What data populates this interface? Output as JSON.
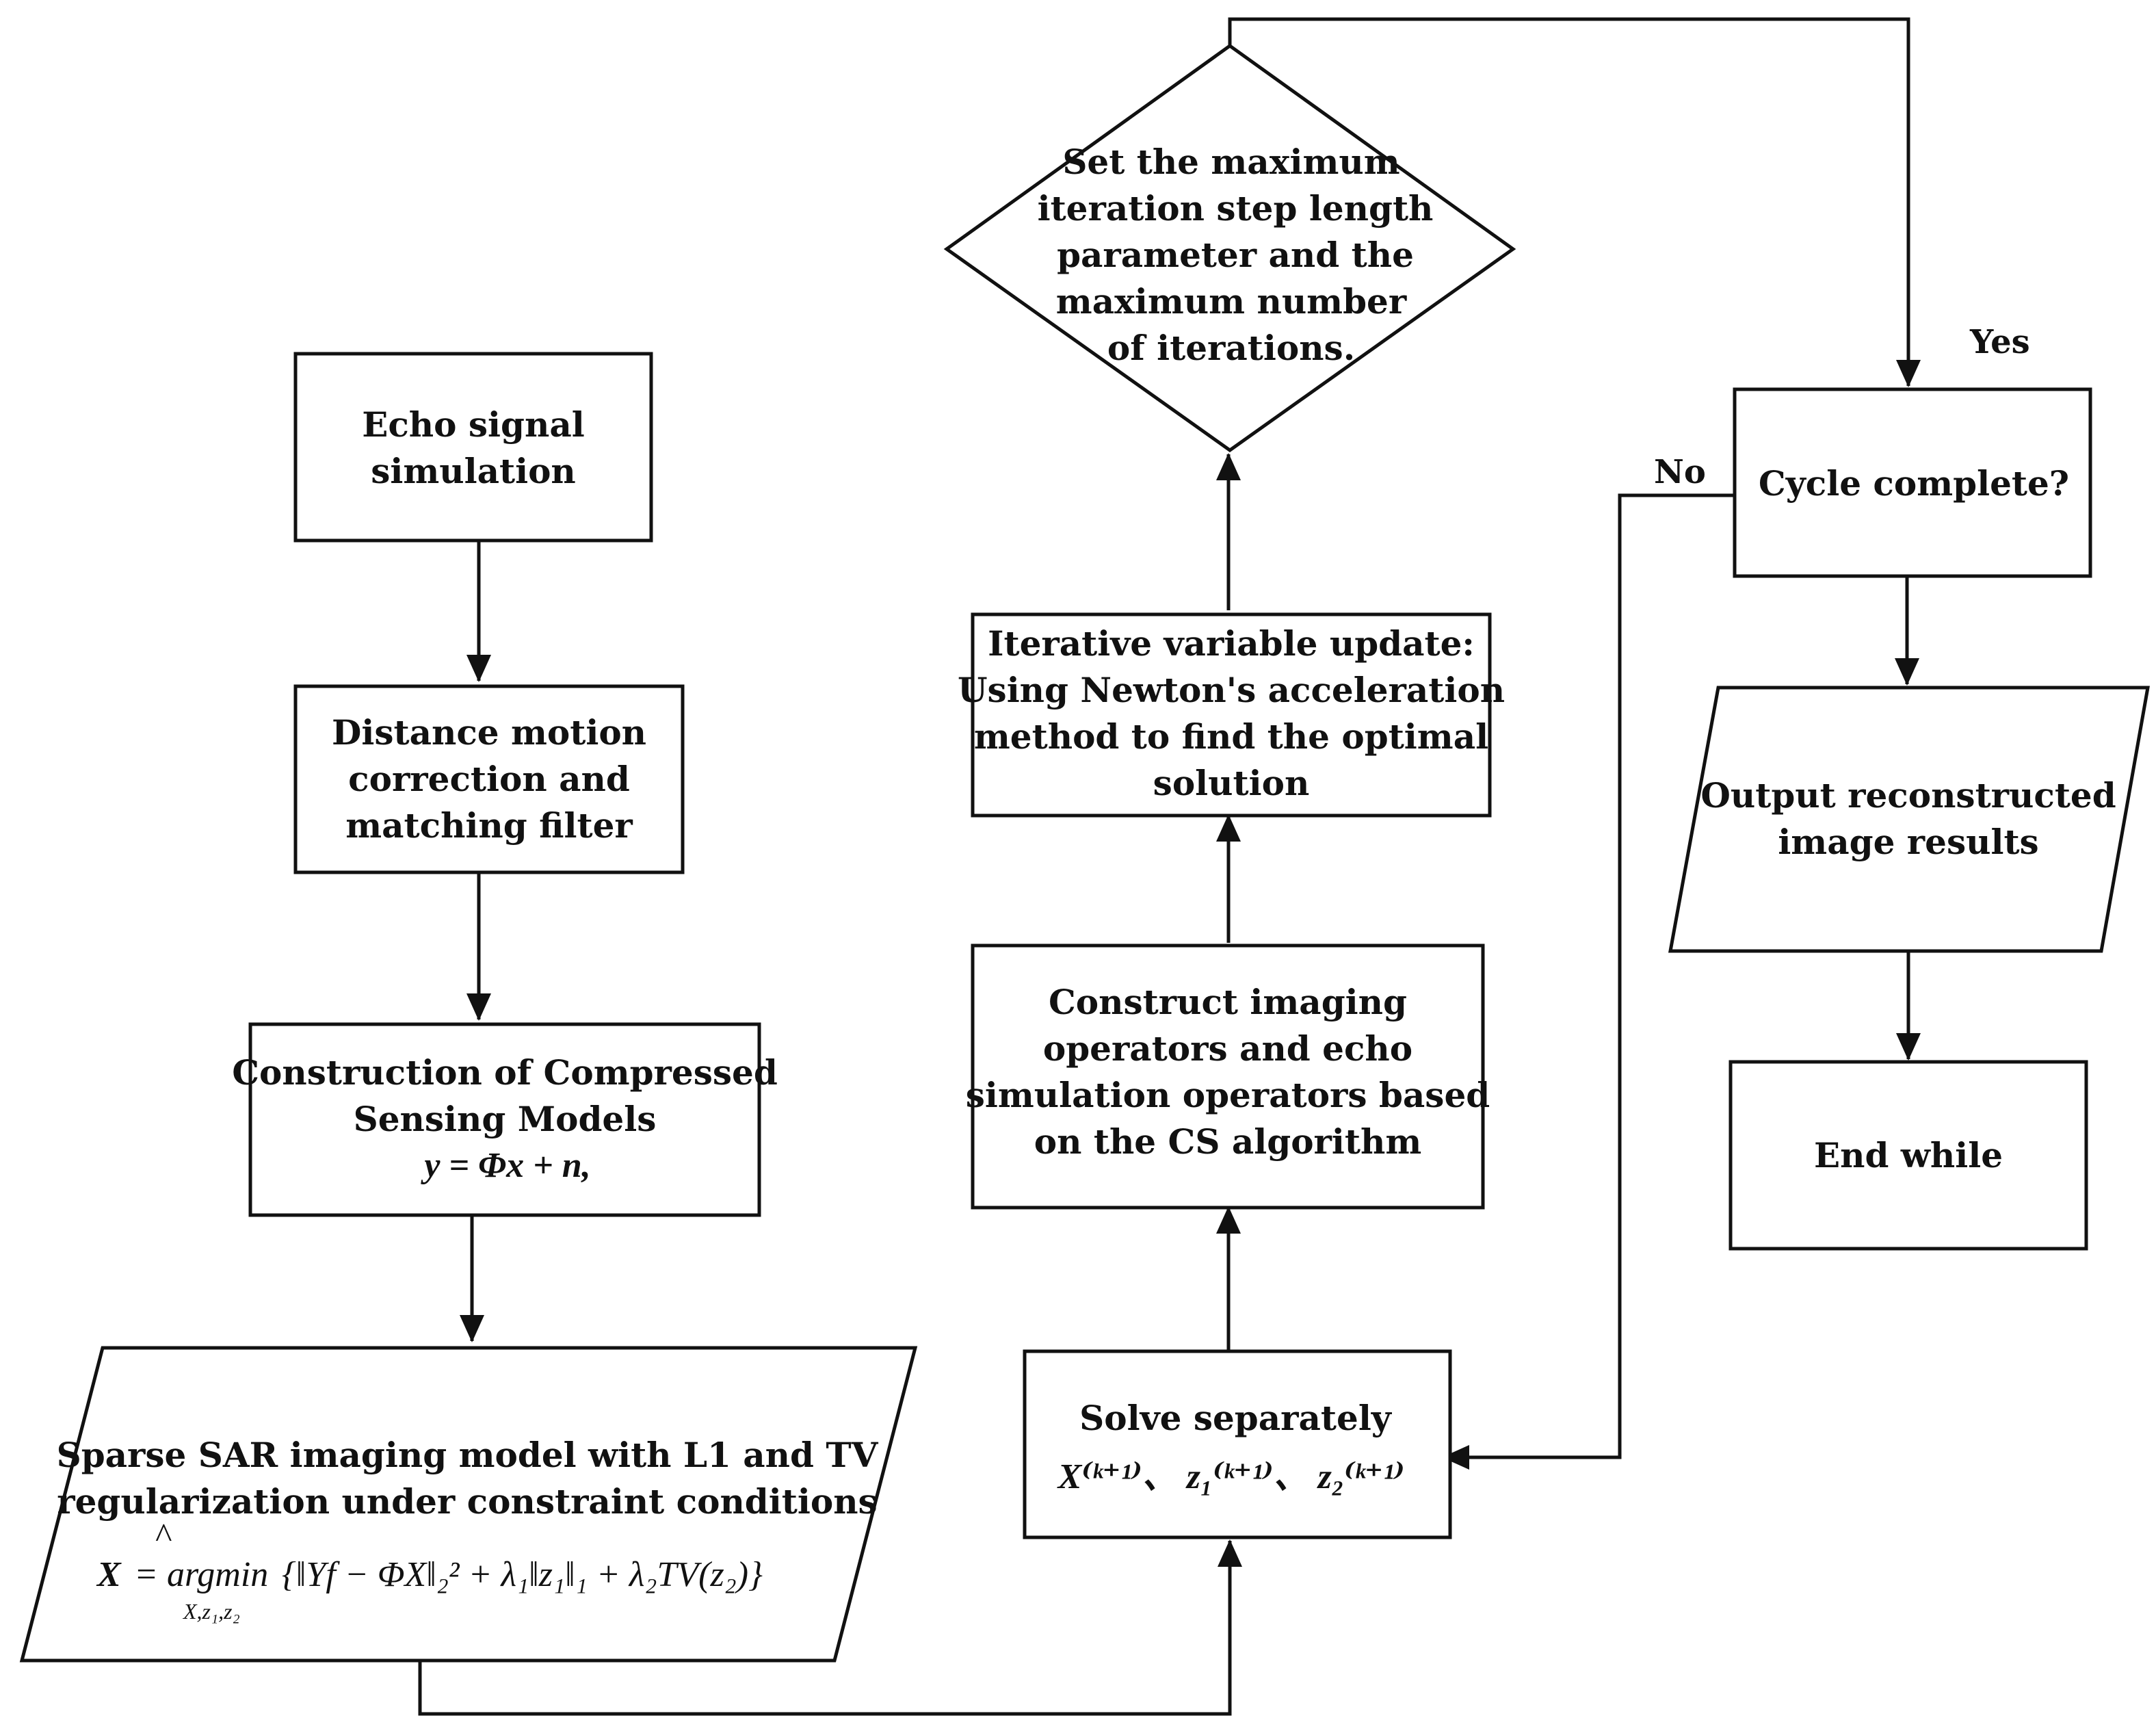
{
  "nodes": {
    "echo": [
      "Echo signal",
      "simulation"
    ],
    "distance": [
      "Distance motion",
      "correction and",
      "matching filter"
    ],
    "compressed": [
      "Construction of Compressed",
      "Sensing Models"
    ],
    "compressed_formula": "y = Φx + n,",
    "sparse": [
      "Sparse SAR imaging model with L1 and TV",
      "regularization under constraint conditions"
    ],
    "sparse_formula": {
      "lhs": "X",
      "hat": "^",
      "eq": "=",
      "argmin": "argmin",
      "under": "X,z₁,z₂",
      "body": "{‖Yf − ΦX‖₂² + λ₁‖z₁‖₁ + λ₂TV(z₂)}"
    },
    "solve": [
      "Solve separately"
    ],
    "solve_formula": "X⁽ᵏ⁺¹⁾、 z₁⁽ᵏ⁺¹⁾、 z₂⁽ᵏ⁺¹⁾",
    "construct_ops": [
      "Construct imaging",
      "operators and echo",
      "simulation operators based",
      "on the CS algorithm"
    ],
    "iterative": [
      "Iterative variable update:",
      "Using Newton's acceleration",
      "method to find the optimal",
      "solution"
    ],
    "set_max": [
      "Set the maximum",
      "iteration step length",
      "parameter and the",
      "maximum number",
      "of iterations."
    ],
    "cycle": [
      "Cycle complete?"
    ],
    "output": [
      "Output reconstructed",
      "image results"
    ],
    "end": [
      "End while"
    ]
  },
  "labels": {
    "yes": "Yes",
    "no": "No"
  }
}
